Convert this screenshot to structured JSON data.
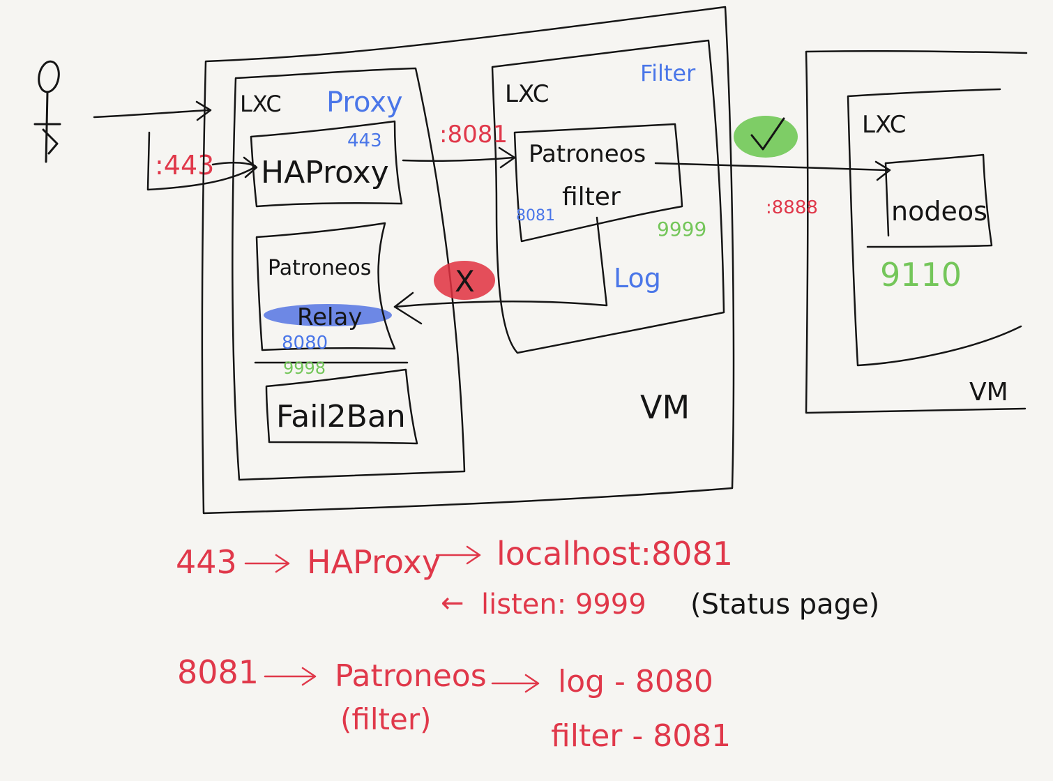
{
  "colors": {
    "ink": "#151515",
    "red": "#e0384a",
    "blue": "#4a76e8",
    "green": "#74c65a",
    "highlight_blue": "#3f63e0",
    "highlight_red": "#e0303f",
    "highlight_green": "#68c64d",
    "paper": "#f6f5f2"
  },
  "icons": {
    "user": "stick-figure-icon",
    "ok": "checkmark-icon",
    "blocked": "x-mark-icon"
  },
  "diagram": {
    "left_vm": {
      "label": "VM",
      "proxy_lxc": {
        "type_label": "LXC",
        "role_label": "Proxy",
        "haproxy": {
          "label": "HAProxy",
          "port": "443"
        },
        "relay": {
          "label_top": "Patroneos",
          "label_bottom": "Relay",
          "port_blue": "8080",
          "port_green": "9998"
        },
        "fail2ban": {
          "label": "Fail2Ban"
        }
      },
      "filter_lxc": {
        "type_label": "LXC",
        "role_label": "Filter",
        "patroneos_filter": {
          "label_top": "Patroneos",
          "label_bottom": "filter",
          "port_blue": "8081",
          "port_green": "9999"
        },
        "log_label": "Log"
      },
      "edge_labels": {
        "inbound_port": ":443",
        "filter_port": ":8081"
      }
    },
    "right_vm": {
      "label": "VM",
      "lxc": {
        "type_label": "LXC",
        "nodeos": {
          "label": "nodeos",
          "port_green": "9110"
        }
      },
      "edge_label": ":8888"
    },
    "notes": {
      "line1": {
        "from": "443",
        "to1": "HAProxy",
        "to2": "localhost:8081"
      },
      "line2": {
        "arrow": "←",
        "text": "listen: 9999",
        "paren": "(Status page)"
      },
      "line3": {
        "from": "8081",
        "to": "Patroneos",
        "sub": "(filter)",
        "log": "log - 8080",
        "filter": "filter - 8081"
      }
    }
  }
}
